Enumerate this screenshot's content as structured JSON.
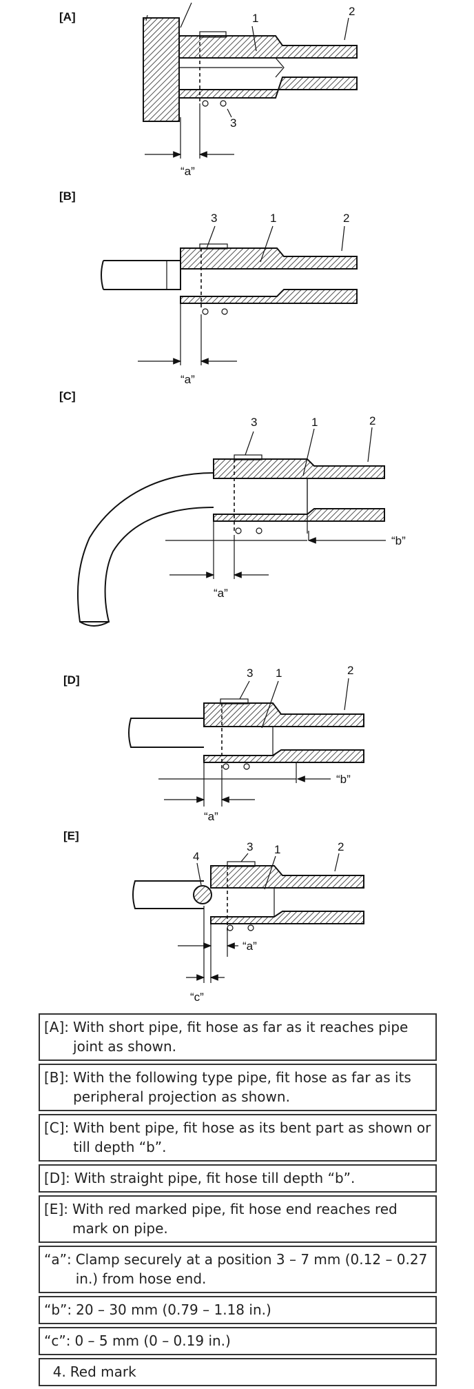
{
  "panels": [
    {
      "label": "[A]",
      "parts": [
        "1",
        "2",
        "3"
      ],
      "dims": [
        "“a”"
      ]
    },
    {
      "label": "[B]",
      "parts": [
        "3",
        "1",
        "2"
      ],
      "dims": [
        "“a”"
      ]
    },
    {
      "label": "[C]",
      "parts": [
        "3",
        "1",
        "2"
      ],
      "dims": [
        "“b”",
        "“a”"
      ]
    },
    {
      "label": "[D]",
      "parts": [
        "3",
        "1",
        "2"
      ],
      "dims": [
        "“b”",
        "“a”"
      ]
    },
    {
      "label": "[E]",
      "parts": [
        "4",
        "3",
        "1",
        "2"
      ],
      "dims": [
        "“a”",
        "“c”"
      ]
    }
  ],
  "legend": [
    {
      "key": "[A]:",
      "text": "With short pipe, fit hose as far as it reaches pipe joint as shown."
    },
    {
      "key": "[B]:",
      "text": "With the following type pipe, fit hose as far as its peripheral projection as shown."
    },
    {
      "key": "[C]:",
      "text": "With bent pipe, fit hose as its bent part as shown or till depth “b”."
    },
    {
      "key": "[D]:",
      "text": "With straight pipe, fit hose till depth “b”."
    },
    {
      "key": "[E]:",
      "text": "With red marked pipe, fit hose end reaches red mark on pipe."
    },
    {
      "key": "“a”:",
      "text": "Clamp securely at a position 3 – 7 mm (0.12 – 0.27 in.) from hose end."
    },
    {
      "key": "“b”:",
      "text": "20 – 30 mm (0.79 – 1.18 in.)"
    },
    {
      "key": "“c”:",
      "text": "0 – 5 mm (0 – 0.19 in.)"
    },
    {
      "key": "  4.",
      "text": "Red mark"
    }
  ]
}
